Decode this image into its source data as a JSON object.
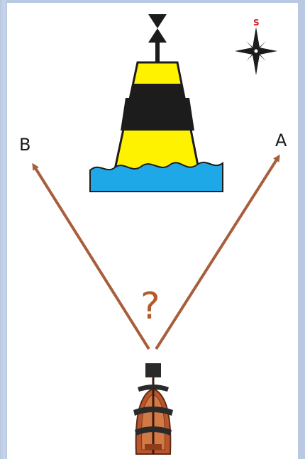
{
  "labels": {
    "a": "A",
    "b": "B",
    "question": "?",
    "compass_south": "S"
  },
  "colors": {
    "buoy_yellow": "#fff200",
    "buoy_black": "#1c1c1c",
    "water": "#1ea8e8",
    "arrow": "#a85e3b",
    "question_mark": "#b35a2a",
    "compass_marker": "#d2262b",
    "ship_hull": "#b8552c"
  },
  "icons": {
    "buoy": "cardinal-buoy-south-icon",
    "compass": "compass-rose-icon",
    "ship": "sailing-ship-icon"
  }
}
